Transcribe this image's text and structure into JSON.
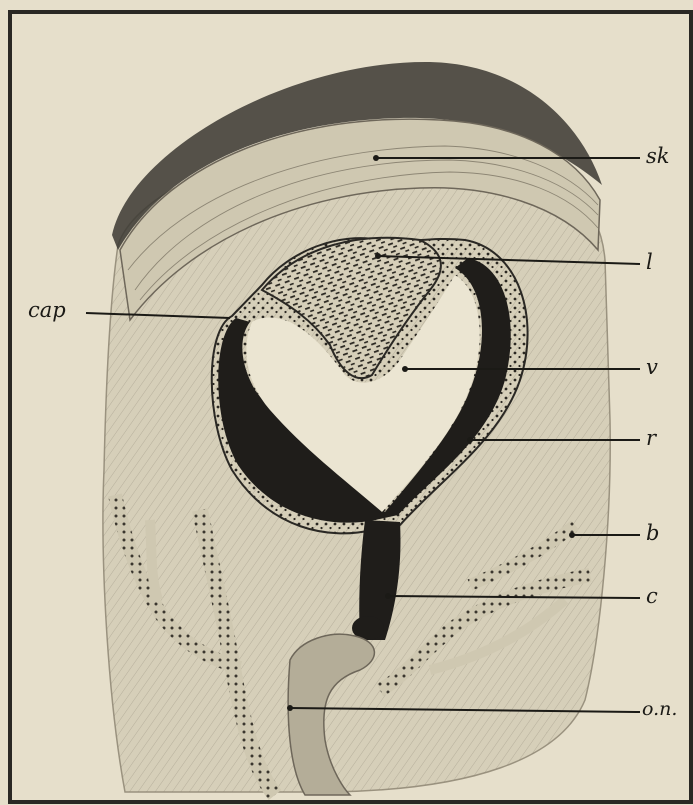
{
  "labels": {
    "sk": "sk",
    "l": "l",
    "cap": "cap",
    "v": "v",
    "r": "r",
    "b": "b",
    "c": "c",
    "on": "o.n."
  },
  "colors": {
    "paper": "#e6dfcb",
    "ink": "#1b1a16",
    "tissue": "#d3cbb5",
    "border": "#2a2824"
  }
}
